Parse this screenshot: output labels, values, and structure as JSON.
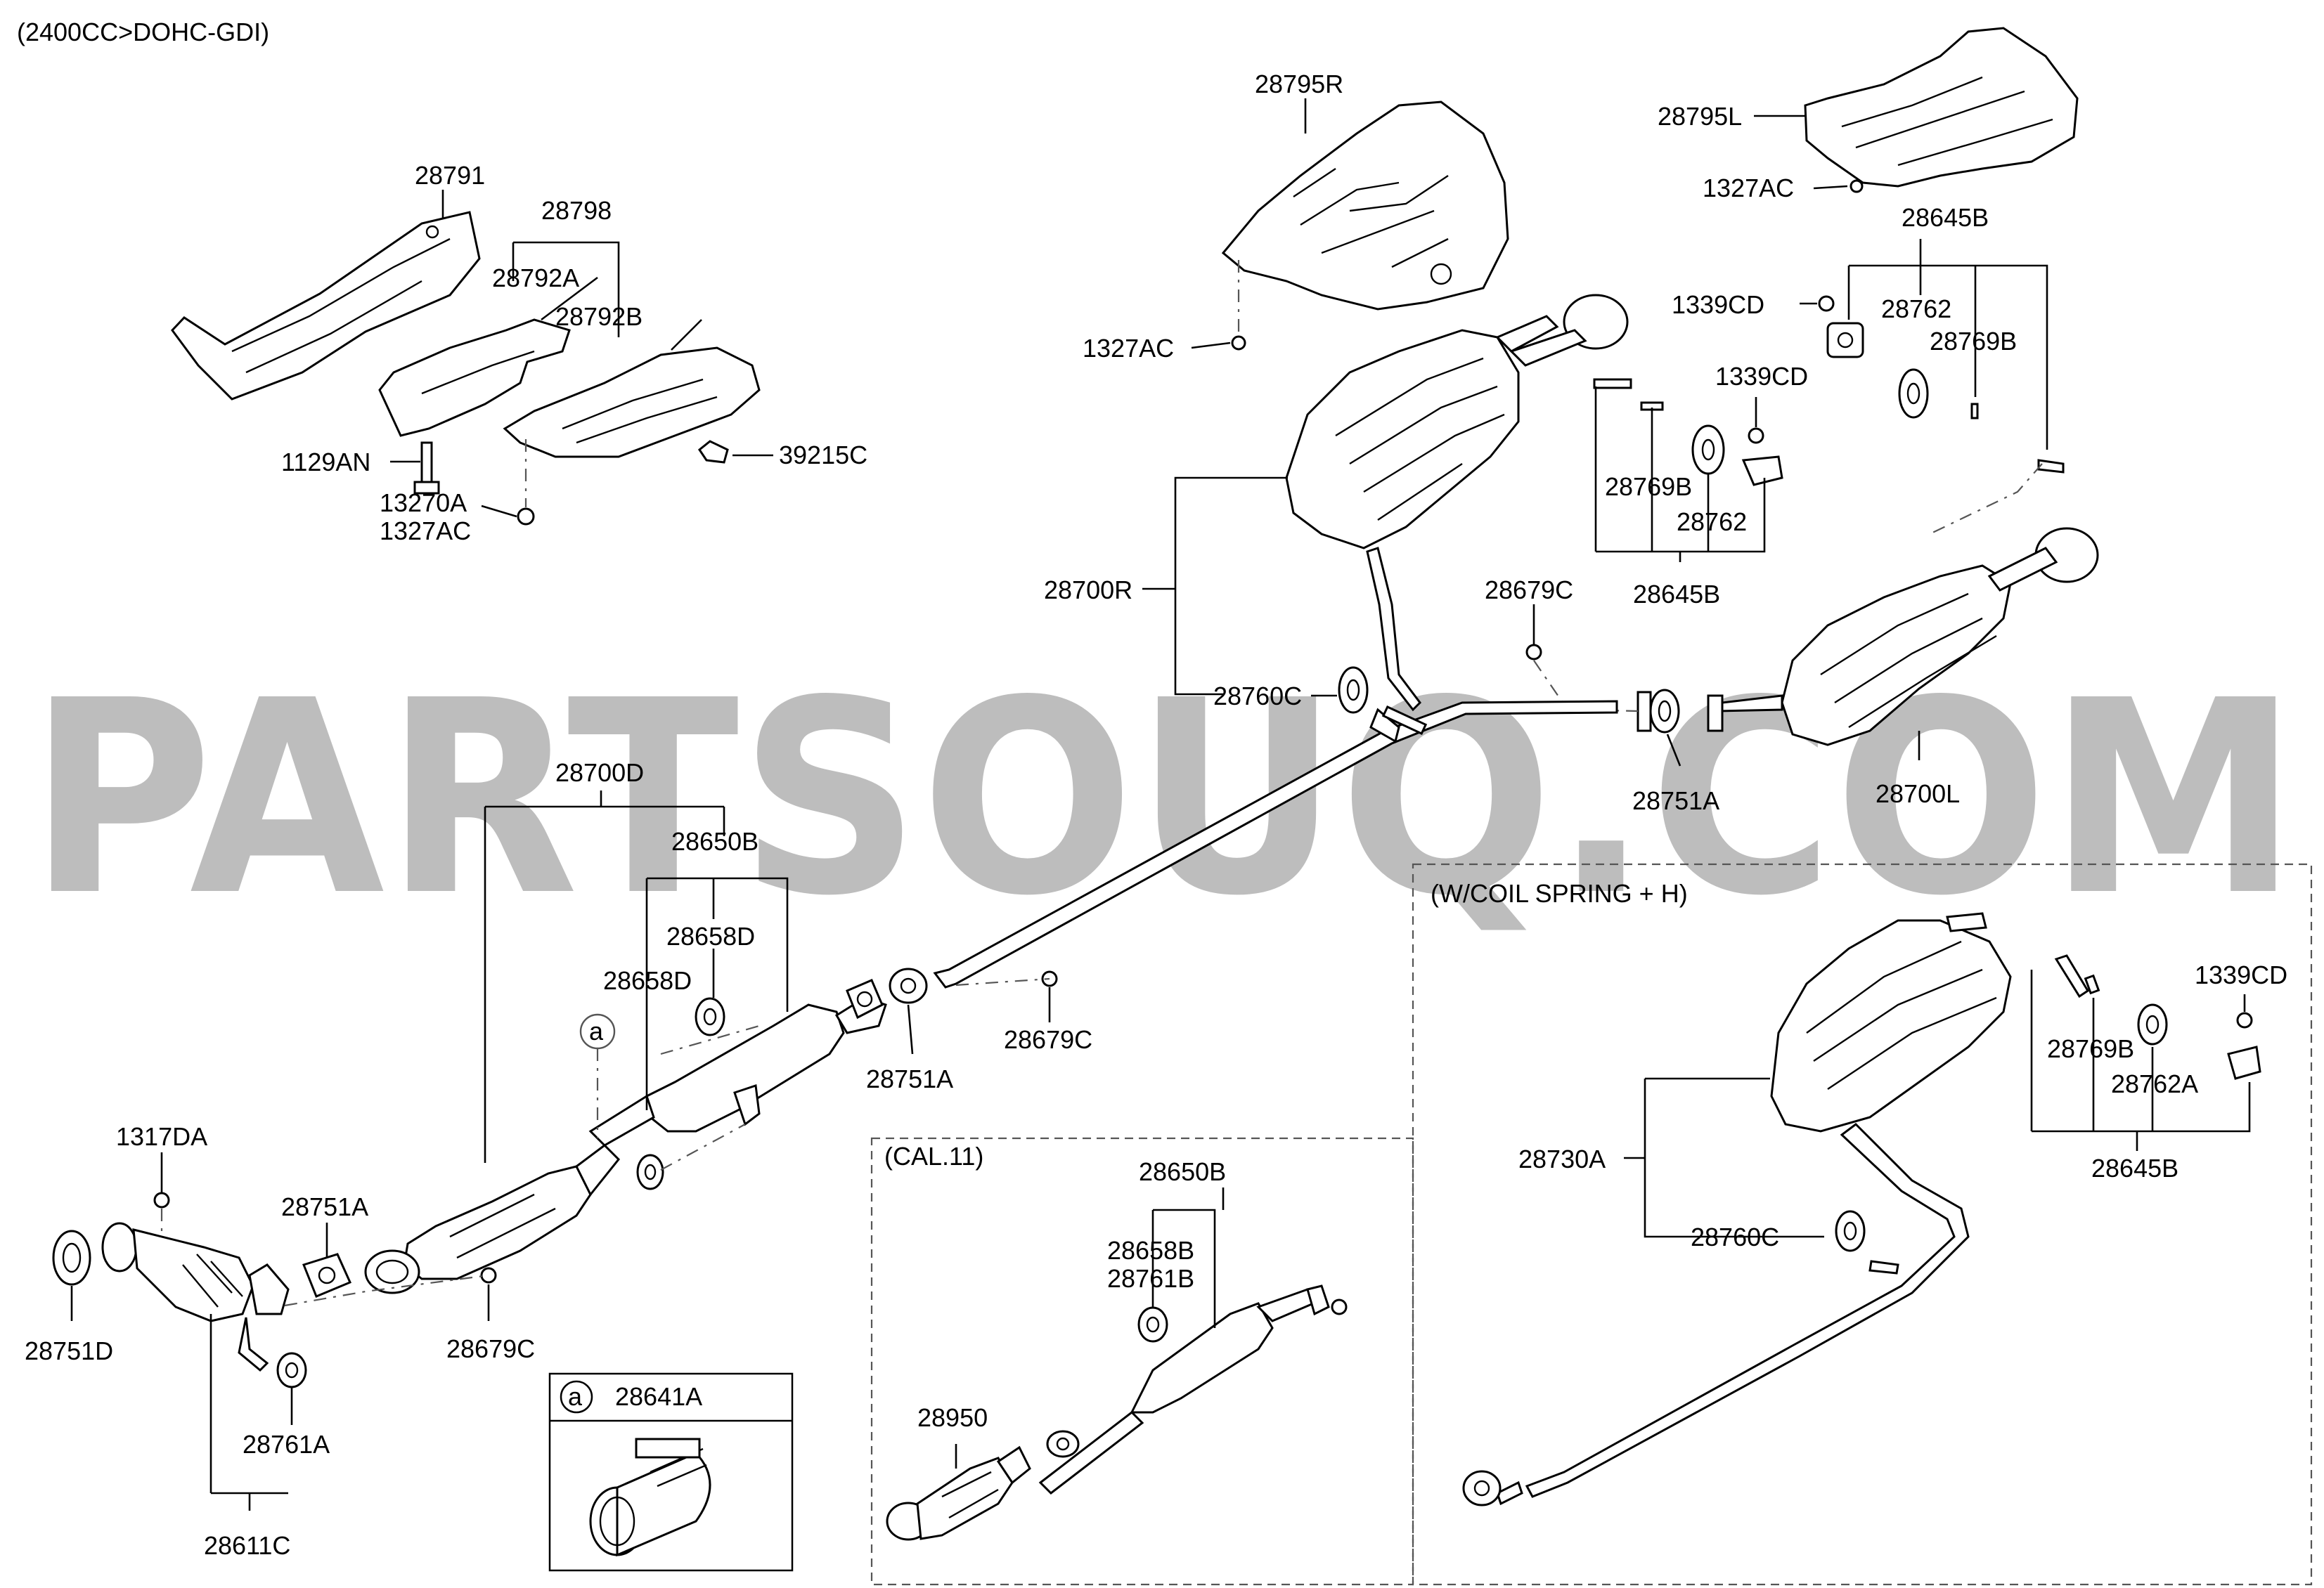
{
  "header": {
    "engine_spec": "(2400CC>DOHC-GDI)"
  },
  "watermark": "PARTSOUQ.COM",
  "boxes": {
    "coil_spring": "(W/COIL SPRING + H)",
    "cal11": "(CAL.11)"
  },
  "legend": {
    "marker": "a",
    "part": "28641A"
  },
  "callout_marker": "a",
  "labels": {
    "p28791": "28791",
    "p28798": "28798",
    "p28792A": "28792A",
    "p28792B": "28792B",
    "p1129AN": "1129AN",
    "p13270A": "13270A",
    "p1327AC_a": "1327AC",
    "p39215C": "39215C",
    "p28795R": "28795R",
    "p1327AC_b": "1327AC",
    "p28795L": "28795L",
    "p1327AC_c": "1327AC",
    "p28645B_a": "28645B",
    "p1339CD_a": "1339CD",
    "p28762_a": "28762",
    "p28769B_a": "28769B",
    "p1339CD_b": "1339CD",
    "p28769B_b": "28769B",
    "p28762_b": "28762",
    "p28645B_b": "28645B",
    "p28700R": "28700R",
    "p28679C_a": "28679C",
    "p28760C_a": "28760C",
    "p28751A_a": "28751A",
    "p28700L": "28700L",
    "p28700D": "28700D",
    "p28650B_a": "28650B",
    "p28658D_a": "28658D",
    "p28658D_b": "28658D",
    "p28751A_b": "28751A",
    "p28679C_b": "28679C",
    "p1317DA": "1317DA",
    "p28751A_c": "28751A",
    "p28751D": "28751D",
    "p28679C_c": "28679C",
    "p28761A": "28761A",
    "p28611C": "28611C",
    "p28650B_b": "28650B",
    "p28658B": "28658B",
    "p28761B": "28761B",
    "p28950": "28950",
    "p28769B_c": "28769B",
    "p1339CD_c": "1339CD",
    "p28762A": "28762A",
    "p28730A": "28730A",
    "p28760C_b": "28760C",
    "p28645B_c": "28645B"
  }
}
